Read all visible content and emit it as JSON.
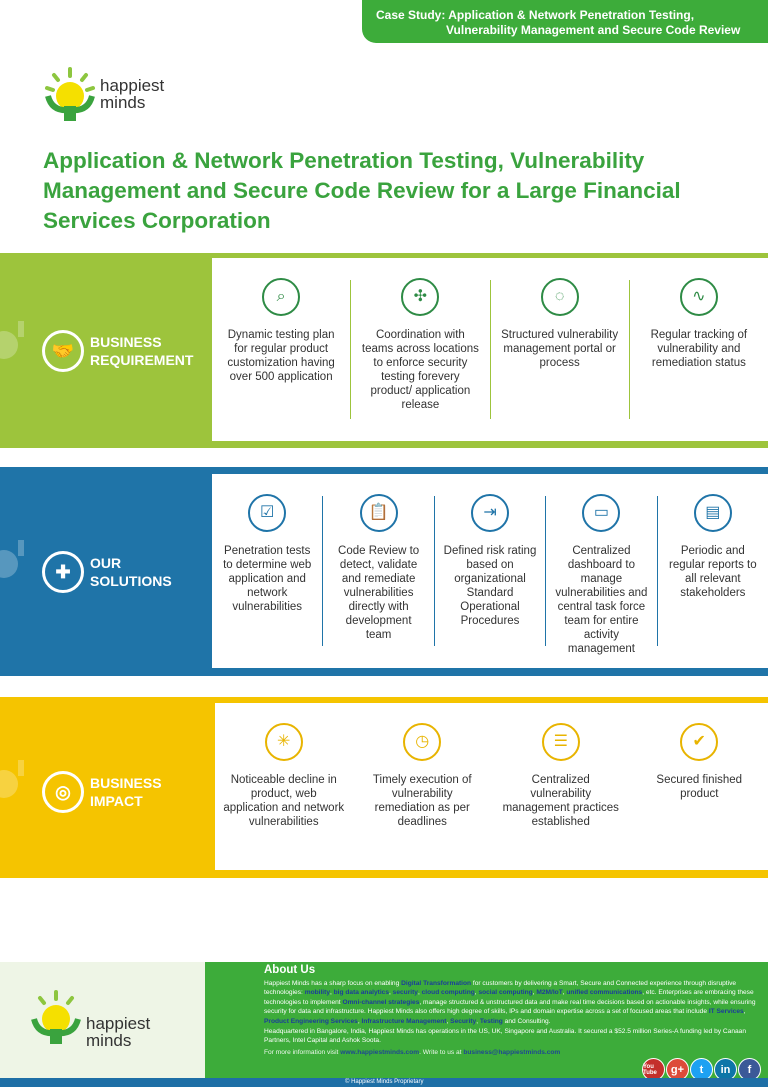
{
  "header": {
    "line1": "Case Study: Application & Network Penetration Testing,",
    "line2": "Vulnerability Management and Secure Code Review"
  },
  "logo": {
    "line1": "happiest",
    "line2": "minds"
  },
  "title": "Application & Network Penetration Testing, Vulnerability Management and Secure Code Review for a Large Financial Services Corporation",
  "colors": {
    "green": "#9dc43c",
    "blue": "#1f74a8",
    "yellow": "#f5c400",
    "brand": "#3dac3a"
  },
  "requirement": {
    "label1": "BUSINESS",
    "label2": "REQUIREMENT",
    "items": [
      {
        "icon": "search-analytics-icon",
        "text": "Dynamic testing plan for regular product customization having over 500 application"
      },
      {
        "icon": "arrows-network-icon",
        "text": "Coordination with teams across locations to enforce security testing forevery product/ application release"
      },
      {
        "icon": "portal-cycle-icon",
        "text": "Structured vulnerability management portal or process"
      },
      {
        "icon": "tracking-chart-icon",
        "text": "Regular tracking of vulnerability and remediation status"
      }
    ]
  },
  "solutions": {
    "label1": "OUR",
    "label2": "SOLUTIONS",
    "items": [
      {
        "icon": "checklist-icon",
        "text": "Penetration tests to determine web application and network vulnerabilities"
      },
      {
        "icon": "clipboard-icon",
        "text": "Code Review to detect, validate and remediate vulnerabilities directly with development team"
      },
      {
        "icon": "rating-flow-icon",
        "text": "Defined risk rating based on organizational Standard Operational Procedures"
      },
      {
        "icon": "dashboard-icon",
        "text": "Centralized dashboard to manage vulnerabilities and central task force team for entire activity management"
      },
      {
        "icon": "report-icon",
        "text": "Periodic and regular reports to all relevant stakeholders"
      }
    ]
  },
  "impact": {
    "label1": "BUSINESS",
    "label2": "IMPACT",
    "items": [
      {
        "icon": "decline-icon",
        "text": "Noticeable decline in product, web application and network vulnerabilities"
      },
      {
        "icon": "clock-icon",
        "text": "Timely execution of vulnerability remediation as per deadlines"
      },
      {
        "icon": "list-icon",
        "text": "Centralized vulnerability management practices established"
      },
      {
        "icon": "folder-check-icon",
        "text": "Secured finished product"
      }
    ]
  },
  "about": {
    "title": "About Us",
    "p1a": "Happiest Minds has a sharp focus on enabling ",
    "l_dt": "Digital Transformation",
    "p1b": " for customers by delivering a Smart, Secure and Connected experience through disruptive technologies: ",
    "l_mob": "mobility",
    "l_bda": "big data analytics",
    "l_sec": "security",
    "l_cc": "cloud computing",
    "l_sc": "social computing",
    "l_m2m": "M2M/IoT",
    "l_uc": "unified communications",
    "p1c": ", etc. Enterprises are embracing these technologies to implement ",
    "l_omni": "Omni-channel strategies",
    "p1d": ", manage structured & unstructured data and make real time decisions based on actionable insights, while ensuring security for data and infrastructure. Happiest Minds also offers high degree of skills, IPs and domain expertise across a set of focused areas that include ",
    "l_it": "IT Services",
    "l_pes": "Product Engineering Services",
    "l_im": "Infrastructure Management",
    "l_security": "Security",
    "l_test": "Testing",
    "p1e": " and Consulting.",
    "p2": "Headquartered in Bangalore, India, Happiest Minds has operations in the US, UK, Singapore and Australia. It secured a $52.5 million Series-A funding led by Canaan Partners, Intel Capital and Ashok Soota.",
    "more": "For more information visit ",
    "site": "www.happiestminds.com",
    "write": ". Write to us at ",
    "email": "business@happiestminds.com"
  },
  "social": {
    "youtube": "You Tube",
    "gplus": "g+",
    "twitter": "t",
    "linkedin": "in",
    "facebook": "f"
  },
  "copyright": "© Happiest Minds Proprietary"
}
